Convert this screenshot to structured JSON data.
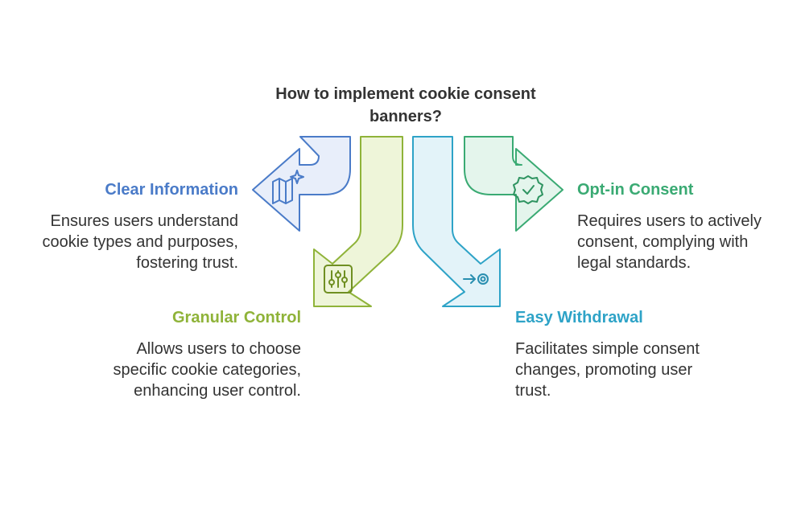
{
  "title": "How to implement cookie consent banners?",
  "title_lines": [
    "How to implement cookie consent",
    "banners?"
  ],
  "colors": {
    "blue": "#4a7bc8",
    "green": "#8fb339",
    "teal": "#2ea3c7",
    "mint": "#3aaa73",
    "text": "#333333"
  },
  "items": {
    "clear": {
      "heading": "Clear Information",
      "lines": [
        "Ensures users understand",
        "cookie types and purposes,",
        "fostering trust."
      ],
      "icon": "map-sparkle-icon",
      "color": "#4a7bc8"
    },
    "optin": {
      "heading": "Opt-in Consent",
      "lines": [
        "Requires users to actively",
        "consent, complying with",
        "legal standards."
      ],
      "icon": "verified-badge-icon",
      "color": "#3aaa73"
    },
    "granular": {
      "heading": "Granular Control",
      "lines": [
        "Allows users to choose",
        "specific cookie categories,",
        "enhancing user control."
      ],
      "icon": "sliders-icon",
      "color": "#8fb339"
    },
    "easy": {
      "heading": "Easy Withdrawal",
      "lines": [
        "Facilitates simple consent",
        "changes, promoting user",
        "trust."
      ],
      "icon": "exit-arrow-icon",
      "color": "#2ea3c7"
    }
  }
}
